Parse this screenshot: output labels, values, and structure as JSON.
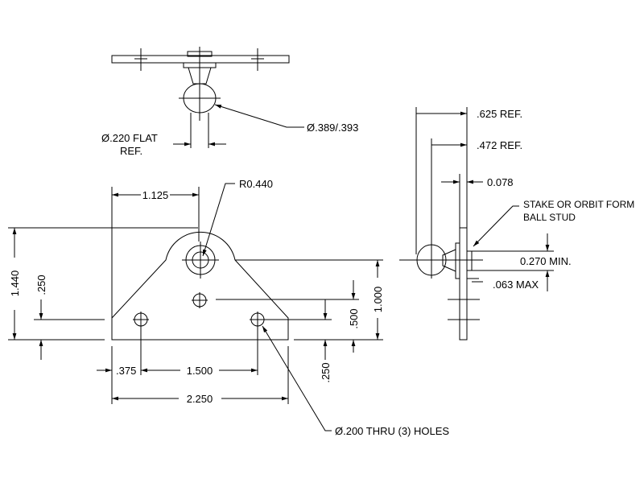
{
  "top_view": {
    "flat_dia_label": "Ø.220 FLAT",
    "flat_dia_ref": "REF.",
    "ball_dia_label": "Ø.389/.393"
  },
  "front_view": {
    "width_to_ball": "1.125",
    "radius": "R0.440",
    "overall_height": "1.440",
    "ball_height": "1.000",
    "bottom_margin_left": ".250",
    "hole_row_height": ".500",
    "bottom_margin_right": ".250",
    "edge_to_hole": ".375",
    "hole_spacing": "1.500",
    "overall_width": "2.250",
    "holes_note": "Ø.200 THRU (3) HOLES"
  },
  "side_view": {
    "dim_625": ".625 REF.",
    "dim_472": ".472 REF.",
    "dim_078": "0.078",
    "note_line1": "STAKE OR ORBIT FORM",
    "note_line2": "BALL STUD",
    "dim_270": "0.270 MIN.",
    "dim_063": ".063 MAX"
  },
  "colors": {
    "line": "#000000",
    "background": "#ffffff"
  }
}
